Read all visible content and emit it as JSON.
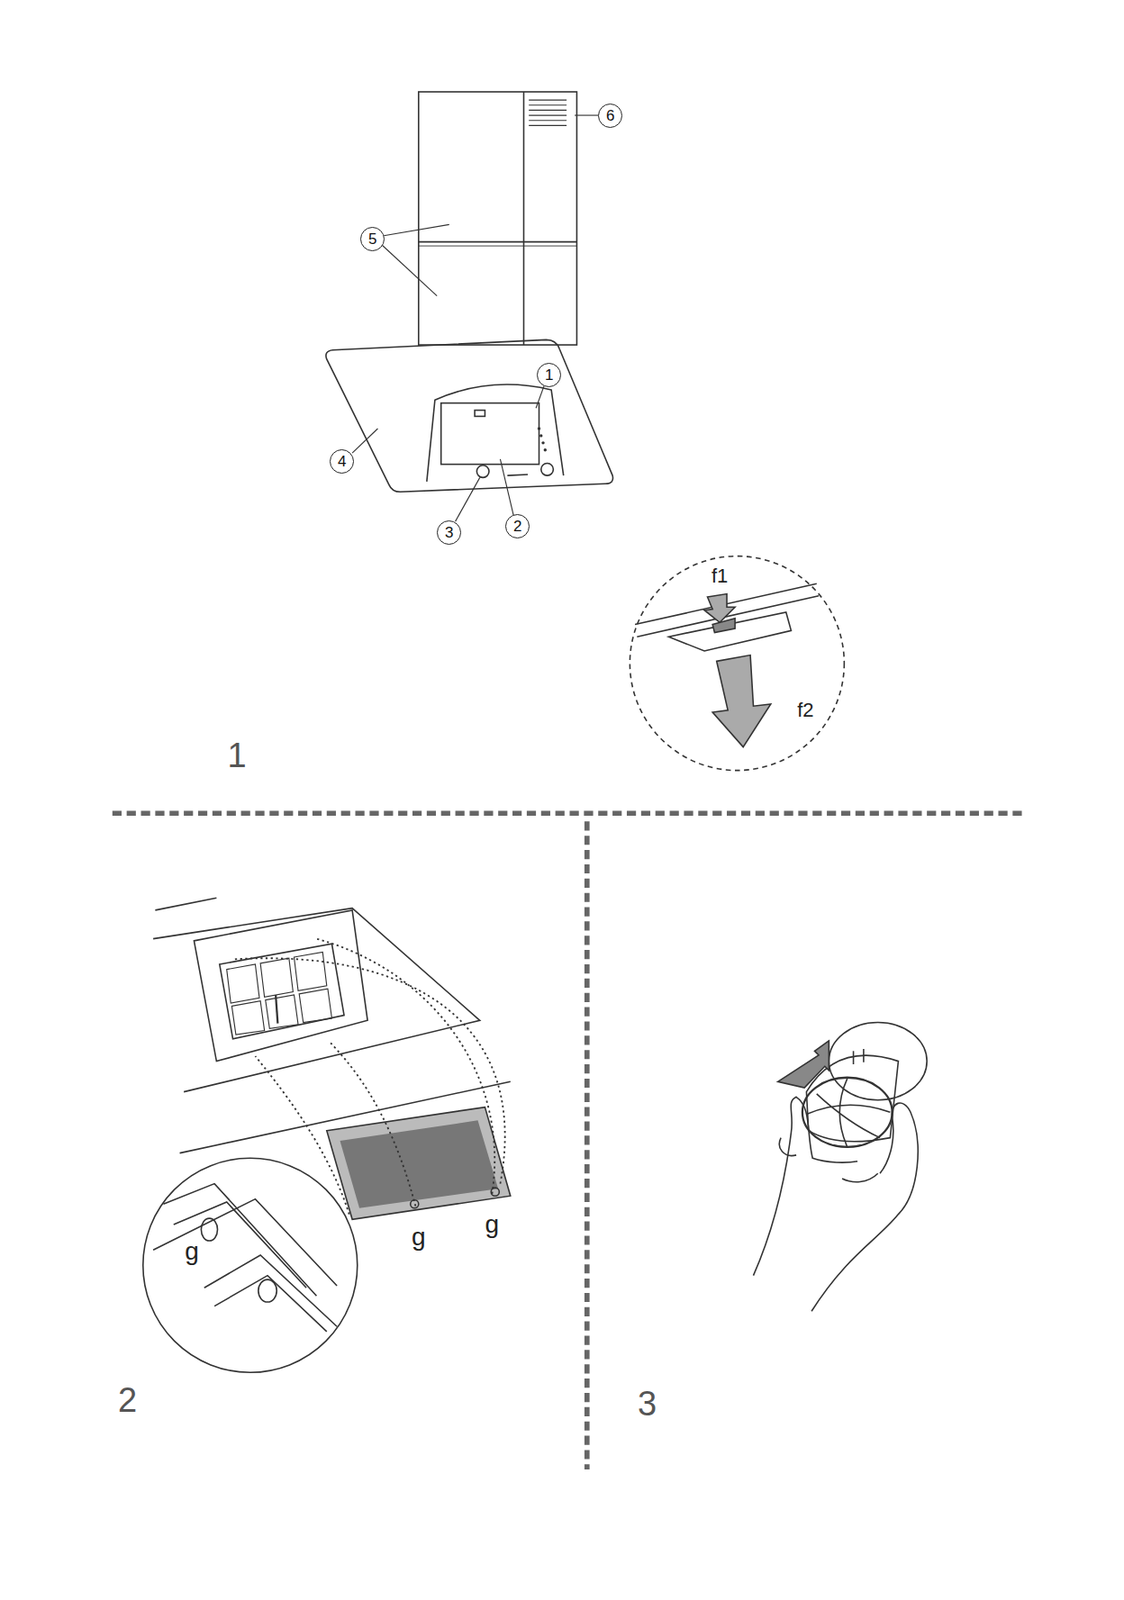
{
  "diagram": {
    "nodes": [
      {
        "text": [
          "6"
        ]
      },
      {
        "text": [
          "5"
        ]
      },
      {
        "text": [
          "1"
        ]
      },
      {
        "text": [
          "4"
        ]
      },
      {
        "text": [
          "3"
        ]
      },
      {
        "text": [
          "2"
        ]
      }
    ],
    "labels": [
      "f1",
      "f2",
      "1",
      "g",
      "g",
      "g",
      "2",
      "3"
    ]
  }
}
